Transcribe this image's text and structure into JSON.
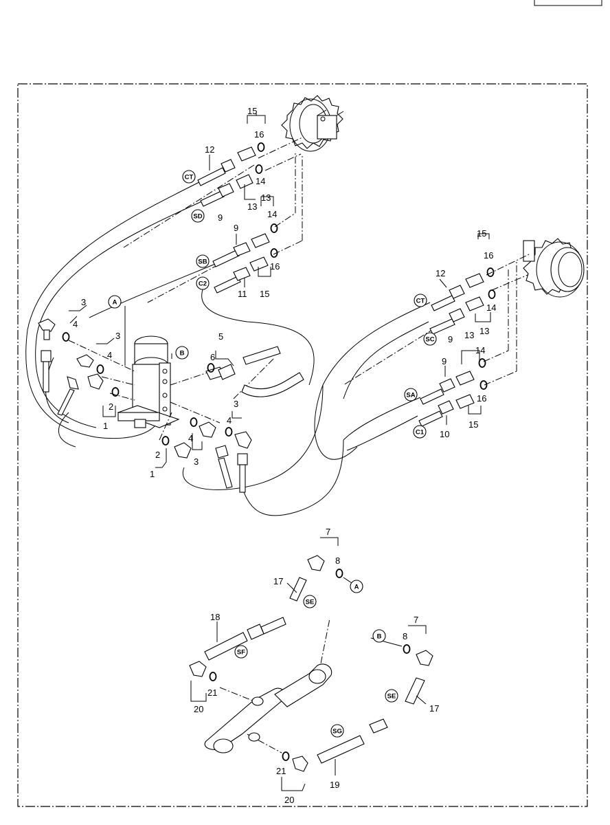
{
  "part_numbers": {
    "n1": "1",
    "n2": "2",
    "n3": "3",
    "n4": "4",
    "n5": "5",
    "n6": "6",
    "n7": "7",
    "n8": "8",
    "n9": "9",
    "n10": "10",
    "n11": "11",
    "n12": "12",
    "n13": "13",
    "n14": "14",
    "n15": "15",
    "n16": "16",
    "n17": "17",
    "n18": "18",
    "n19": "19",
    "n20": "20",
    "n21": "21"
  },
  "connection_tags": {
    "a": "A",
    "b": "B",
    "ct": "CT",
    "sd": "SD",
    "sb": "SB",
    "c2": "C2",
    "sc": "SC",
    "sa": "SA",
    "c1": "C1",
    "se": "SE",
    "sf": "SF",
    "sg": "SG"
  }
}
